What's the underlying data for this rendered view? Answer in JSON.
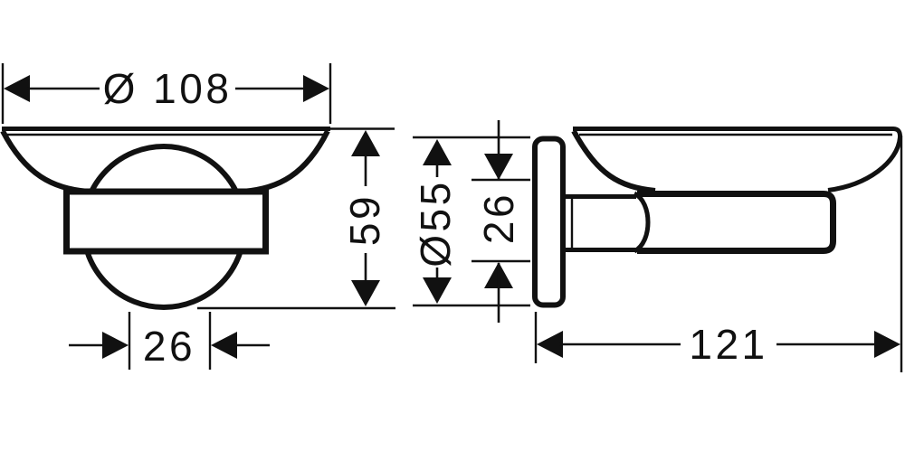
{
  "drawing": {
    "background": "#ffffff",
    "ink": "#111111",
    "front_view": {
      "dim_dish_diameter": "Ø 108",
      "dim_overall_height": "59",
      "dim_bracket_width": "26"
    },
    "side_view": {
      "dim_plate_diameter": "Ø55",
      "dim_holder_height": "26",
      "dim_overall_depth": "121"
    }
  }
}
